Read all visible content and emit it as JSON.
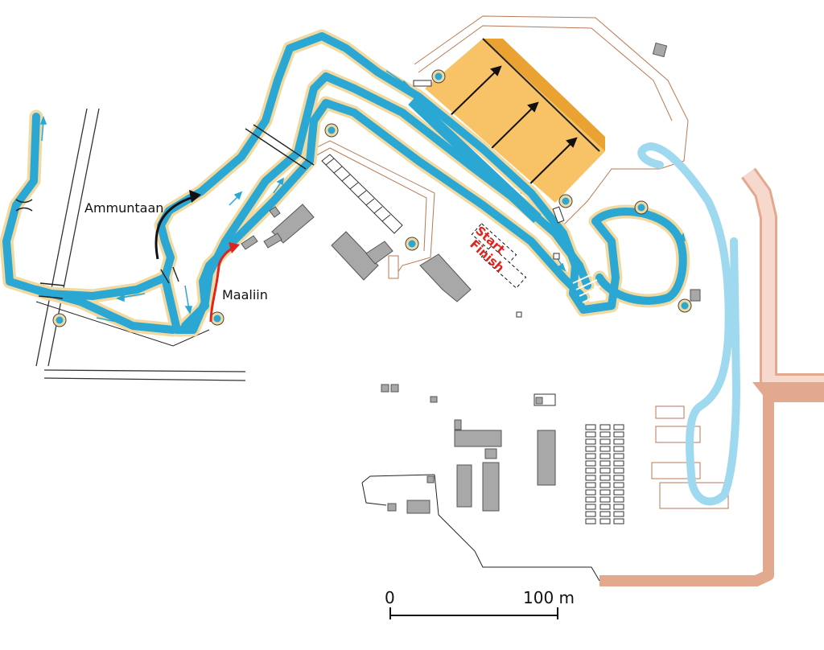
{
  "labels": {
    "ammuntaan": "Ammuntaan",
    "maaliin": "Maaliin",
    "start": "Start",
    "finish": "Finish"
  },
  "scale": {
    "zero": "0",
    "hundred": "100 m"
  },
  "colors": {
    "trail": "#2aa7d3",
    "trail_edge": "#f2d9a0",
    "light_trail": "#9fd9ef",
    "stadium": "#f8c367",
    "stadium_edge": "#eaa233",
    "road": "#e3a98f",
    "buildings": "#a8a8a8",
    "finish_arrow": "#e0231b",
    "start_finish_text": "#e0231b"
  }
}
